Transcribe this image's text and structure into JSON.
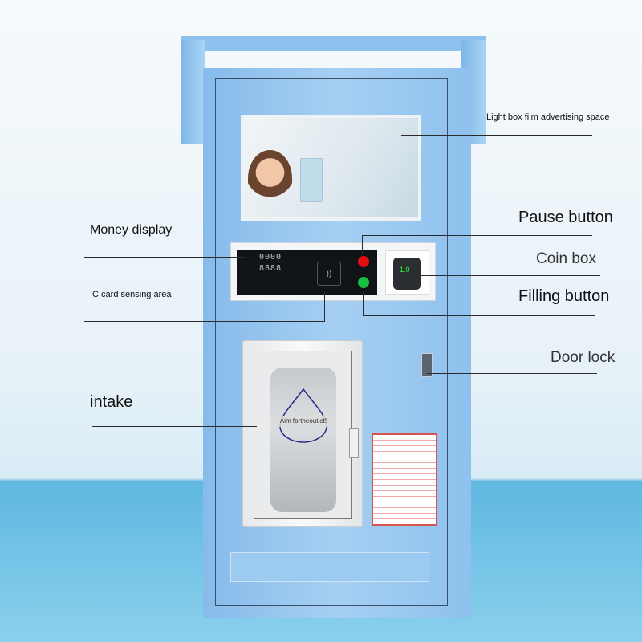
{
  "labels": {
    "light_box": "Light box film advertising space",
    "money_display": "Money display",
    "pause_button": "Pause button",
    "coin_box": "Coin box",
    "ic_card": "IC card sensing area",
    "filling_button": "Filling button",
    "door_lock": "Door lock",
    "intake": "intake"
  },
  "machine": {
    "aim_text": "Aim fortheoutlet!",
    "display_digits_top": "0000",
    "display_digits_bottom": "8888",
    "coin_display": "1.0"
  },
  "colors": {
    "body": "#9ec9f0",
    "pause": "#e01010",
    "filling": "#18c040",
    "water": "#5fb8df"
  }
}
